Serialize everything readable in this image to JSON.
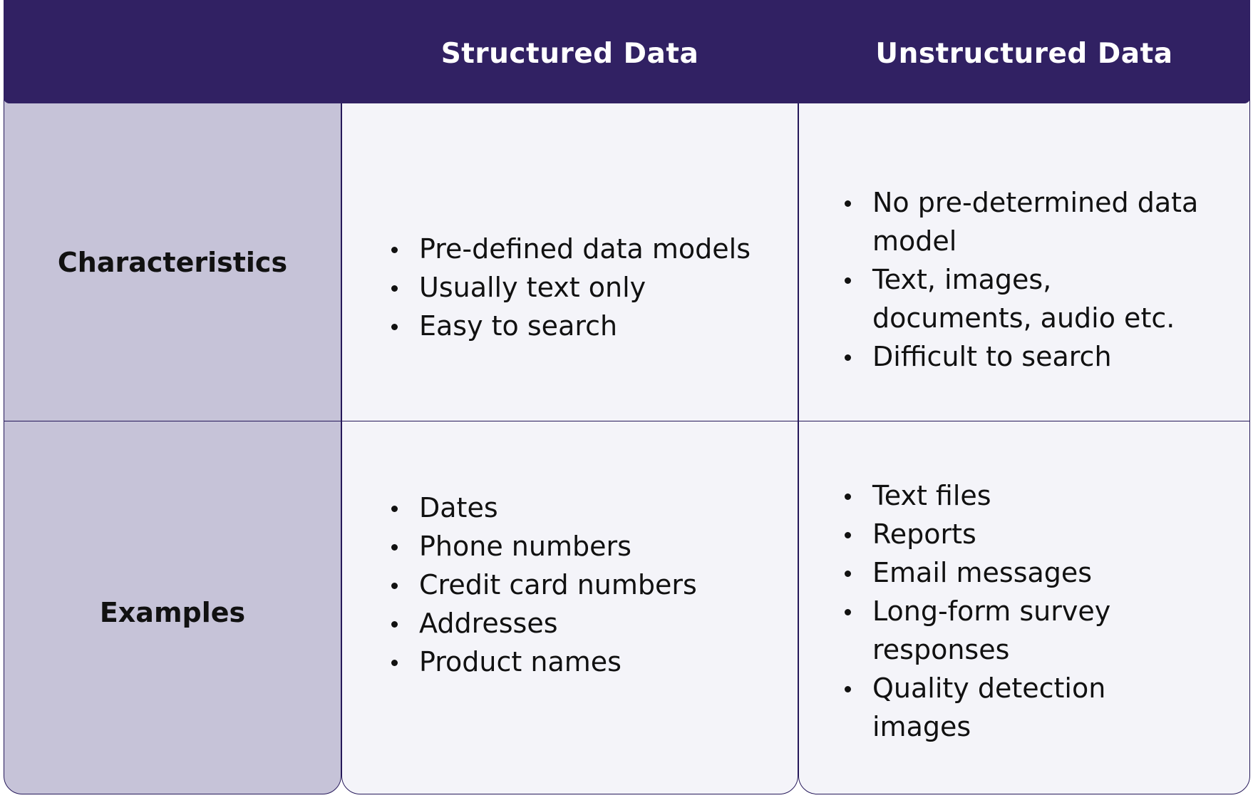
{
  "table": {
    "columns": [
      "",
      "Structured Data",
      "Unstructured Data"
    ],
    "rows": [
      {
        "label": "Characteristics",
        "structured": [
          "Pre-defined data models",
          "Usually text only",
          "Easy to search"
        ],
        "unstructured": [
          "No pre-determined data model",
          "Text, images, documents, audio etc.",
          "Difficult to search"
        ]
      },
      {
        "label": "Examples",
        "structured": [
          "Dates",
          "Phone numbers",
          "Credit card numbers",
          "Addresses",
          "Product names"
        ],
        "unstructured": [
          "Text files",
          "Reports",
          "Email messages",
          "Long-form survey responses",
          "Quality detection images"
        ]
      }
    ]
  },
  "colors": {
    "header": "#312163",
    "label_column": "#c6c3d8",
    "body": "#f4f4f9",
    "border": "#25185a"
  }
}
